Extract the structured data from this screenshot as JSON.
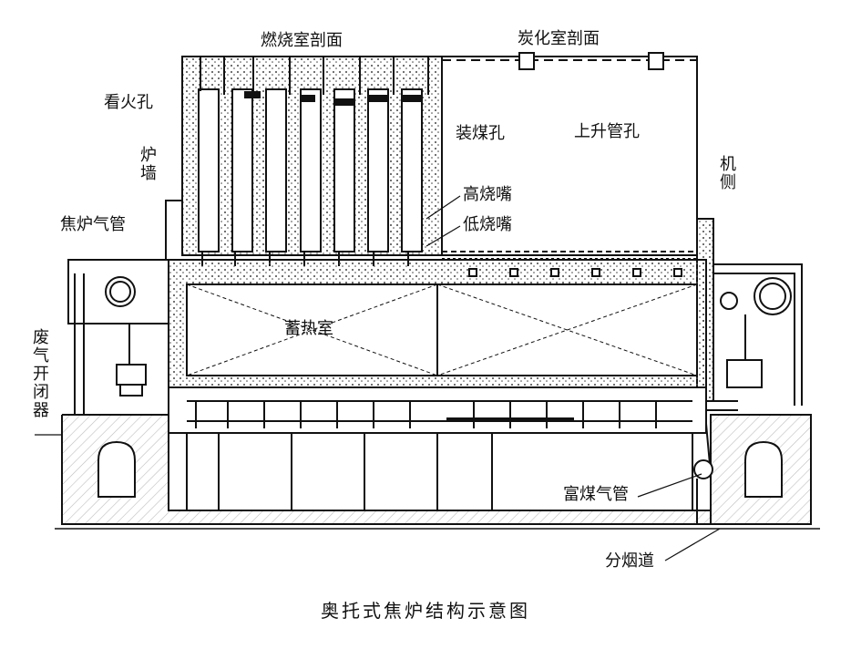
{
  "diagram": {
    "labels": {
      "combustion_section": "燃烧室剖面",
      "carbonization_section": "炭化室剖面",
      "observation_hole": "看火孔",
      "coal_charging_hole": "装煤孔",
      "ascension_pipe_hole": "上升管孔",
      "machine_side": "机侧",
      "high_burner": "高烧嘴",
      "low_burner": "低烧嘴",
      "coke_oven_gas_pipe": "焦炉气管",
      "regenerator": "蓄热室",
      "exhaust_reverser": "废气开闭器",
      "lean_gas_pipe": "富煤气管",
      "sub_flue": "分烟道",
      "wall_label": "炉墙"
    },
    "caption": "奥托式焦炉结构示意图"
  },
  "colors": {
    "line": "#111111",
    "hatch": "#333333",
    "background": "#ffffff"
  }
}
